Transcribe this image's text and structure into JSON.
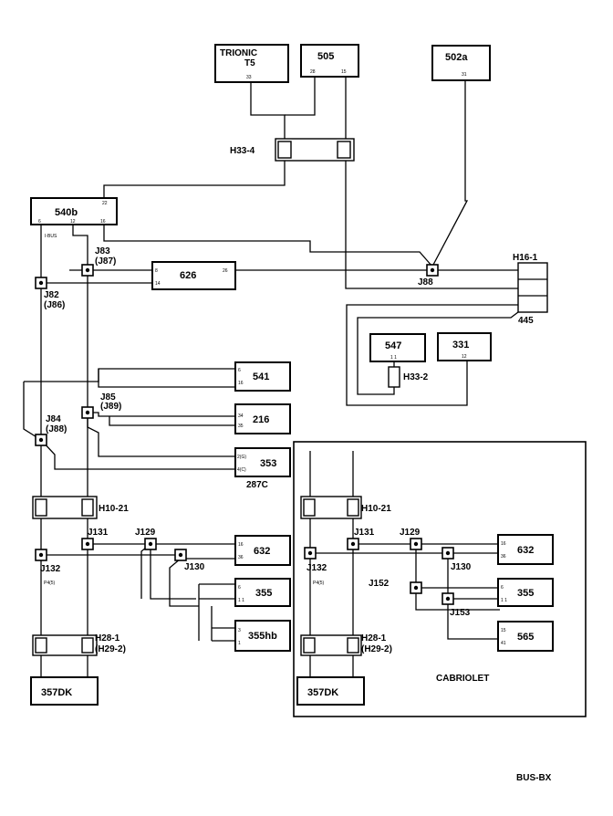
{
  "components": {
    "trionic": {
      "line1": "TRIONIC",
      "line2": "T5",
      "pin": "33"
    },
    "c505": {
      "label": "505",
      "pin_a": "28",
      "pin_b": "15"
    },
    "c502a": {
      "label": "502a",
      "pin": "31"
    },
    "c540b": {
      "label": "540b",
      "pin_top": "22",
      "pin_a": "6",
      "pin_b": "12",
      "pin_c": "16"
    },
    "c626": {
      "label": "626",
      "pin_a": "8",
      "pin_b": "14",
      "pin_c": "26"
    },
    "c541": {
      "label": "541",
      "pin_a": "6",
      "pin_b": "16"
    },
    "c216": {
      "label": "216",
      "pin_a": "34",
      "pin_b": "35"
    },
    "c353": {
      "label": "353",
      "pin_a": "2(G)",
      "pin_b": "4(C)",
      "sub": "287C"
    },
    "c547": {
      "label": "547",
      "pin": "1 1"
    },
    "c331": {
      "label": "331",
      "pin": "12"
    },
    "c632": {
      "label": "632",
      "pin_a": "16",
      "pin_b": "36"
    },
    "c355": {
      "label": "355",
      "pin_a": "6",
      "pin_b": "1 1"
    },
    "c355hb": {
      "label": "355hb",
      "pin_a": "3",
      "pin_b": "1"
    },
    "c357dk": {
      "label": "357DK"
    },
    "c632r": {
      "label": "632",
      "pin_a": "16",
      "pin_b": "36"
    },
    "c355r": {
      "label": "355",
      "pin_a": "6",
      "pin_b": "1 1"
    },
    "c565r": {
      "label": "565",
      "pin_a": "15",
      "pin_b": "41"
    },
    "c357dkr": {
      "label": "357DK"
    }
  },
  "connectors": {
    "h33_4": "H33-4",
    "h16_1": "H16-1",
    "h16_1_sub": "445",
    "h33_2": "H33-2",
    "h10_21": "H10-21",
    "h28_1": "H28-1",
    "h29_2": "(H29-2)",
    "h10_21r": "H10-21",
    "h28_1r": "H28-1",
    "h29_2r": "(H29-2)"
  },
  "splices": {
    "j83": "J83",
    "j87": "(J87)",
    "j82": "J82",
    "j86": "(J86)",
    "j88": "J88",
    "j85": "J85",
    "j89": "(J89)",
    "j84": "J84",
    "j88b": "(J88)",
    "j131": "J131",
    "j129": "J129",
    "j132": "J132",
    "j130": "J130",
    "j131r": "J131",
    "j129r": "J129",
    "j132r": "J132",
    "j130r": "J130",
    "j152r": "J152",
    "j153r": "J153"
  },
  "wire_labels": {
    "ibus": "I-BUS",
    "p4": "P4(5)",
    "p4r": "P4(5)"
  },
  "cabriolet": "CABRIOLET",
  "footer": "BUS-BX"
}
